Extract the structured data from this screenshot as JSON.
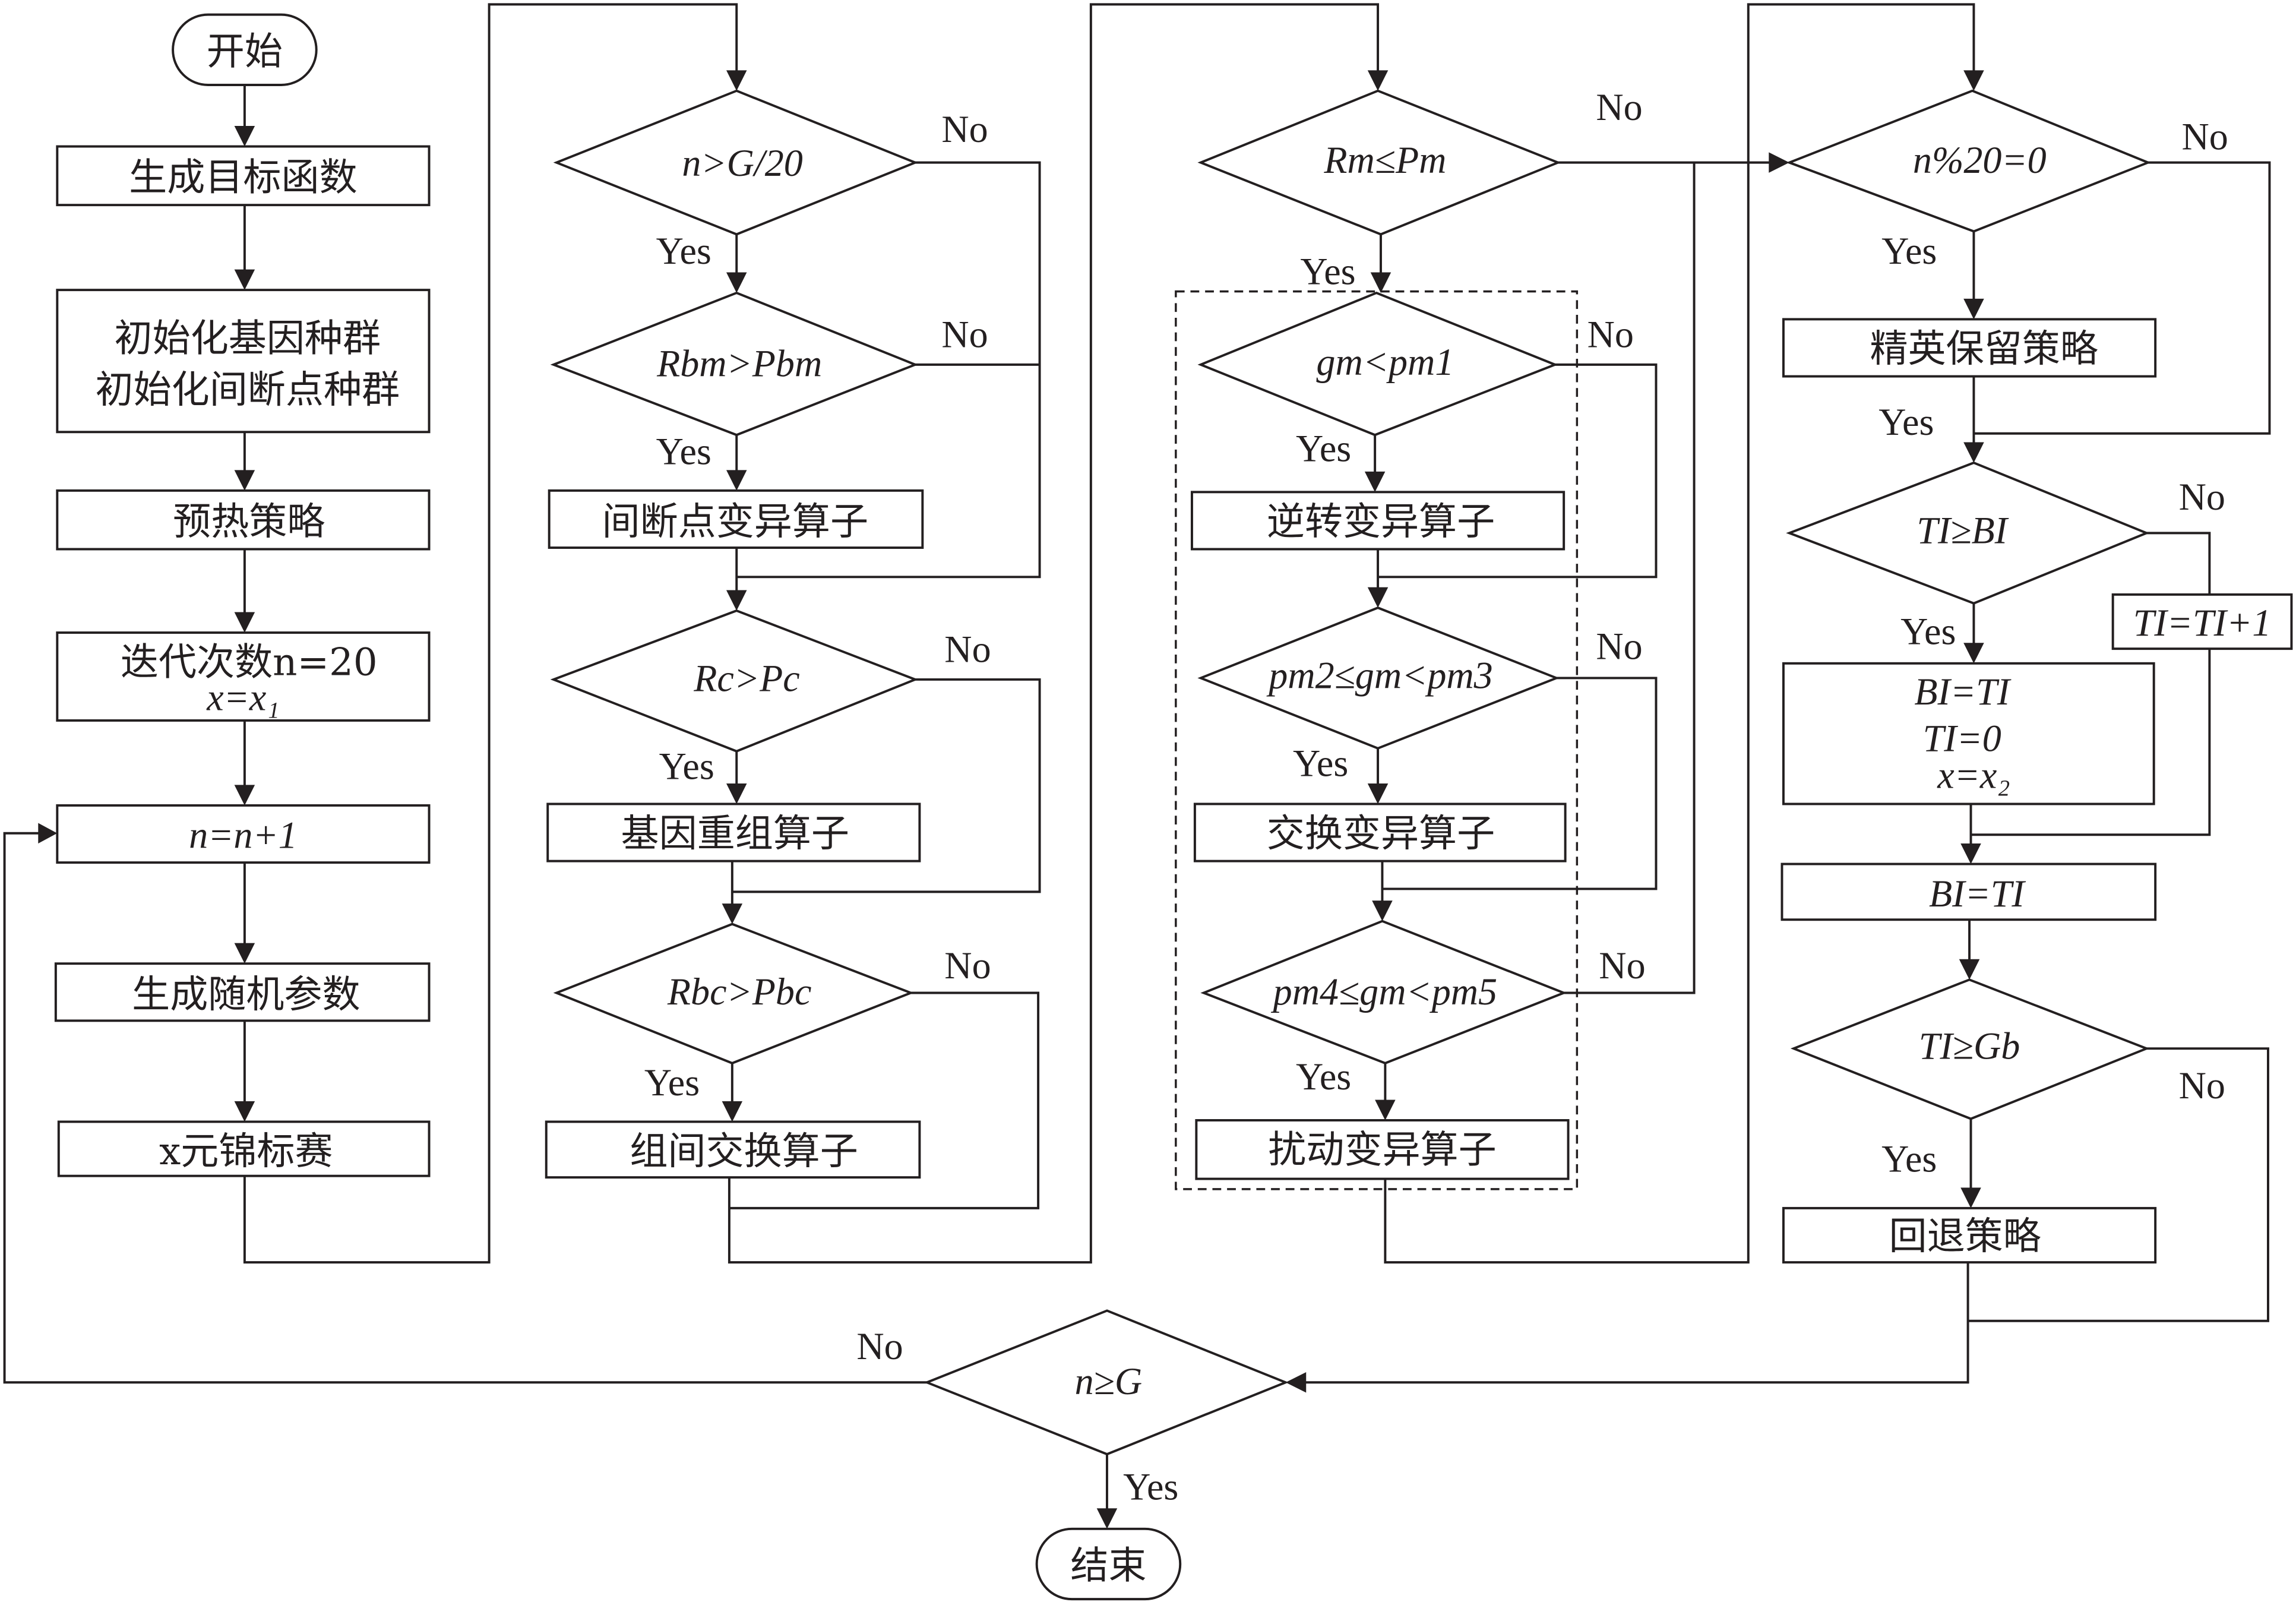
{
  "diagram": {
    "type": "flowchart",
    "start_label": "开始",
    "end_label": "结束",
    "yes": "Yes",
    "no": "No",
    "col1": {
      "gen_objective": "生成目标函数",
      "init_gene": "初始化基因种群",
      "init_breakpoint": "初始化间断点种群",
      "warmup": "预热策略",
      "iter_line1": "迭代次数n=20",
      "iter_line2": "x=x₁",
      "increment": "n=n+1",
      "gen_random": "生成随机参数",
      "tournament": "x元锦标赛"
    },
    "col2": {
      "d_phase": "n>G/20",
      "d_bm": "Rbm>Pbm",
      "op_bm": "间断点变异算子",
      "d_c": "Rc>Pc",
      "op_c": "基因重组算子",
      "d_bc": "Rbc>Pbc",
      "op_bc": "组间交换算子"
    },
    "col3": {
      "d_m": "Rm≤Pm",
      "d_m1": "gm<pm1",
      "op_inverse": "逆转变异算子",
      "d_m23": "pm2≤gm<pm3",
      "op_swap": "交换变异算子",
      "d_m45": "pm4≤gm<pm5",
      "op_perturb": "扰动变异算子"
    },
    "col4": {
      "d_mod": "n%20=0",
      "op_elite": "精英保留策略",
      "d_ti_bi": "TI≥BI",
      "ti_inc": "TI=TI+1",
      "reset_line1": "BI=TI",
      "reset_line2": "TI=0",
      "reset_line3": "x=x₂",
      "assign": "BI=TI",
      "d_ti_gb": "TI≥Gb",
      "op_fallback": "回退策略"
    },
    "final": {
      "d_end": "n≥G"
    }
  }
}
